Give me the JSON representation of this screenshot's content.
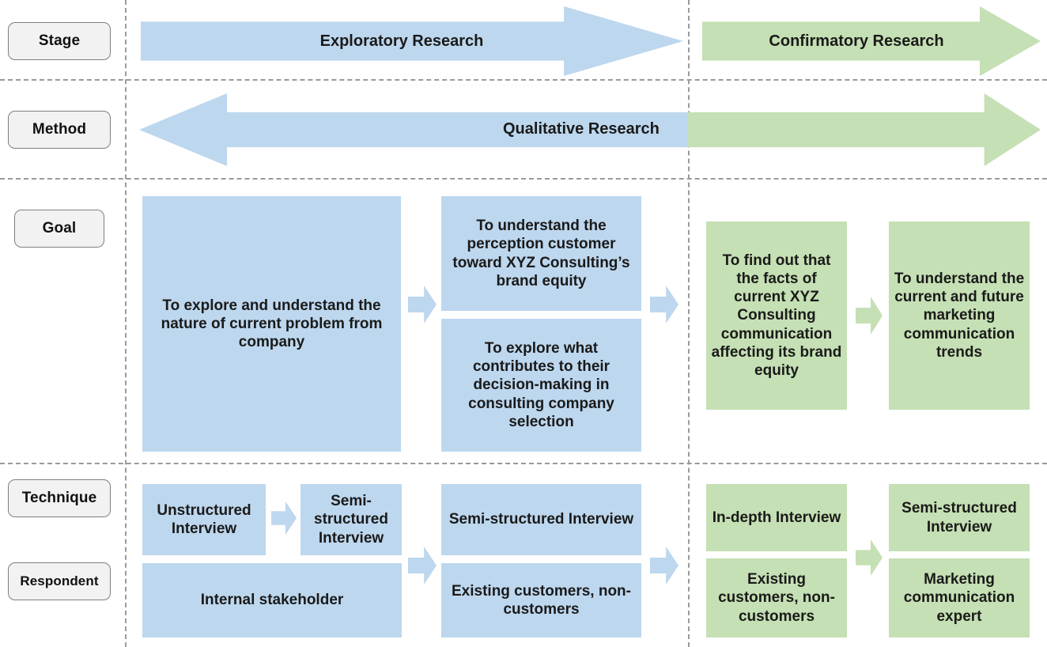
{
  "diagram": {
    "title": "Research design matrix: exploratory and confirmatory research stages",
    "colors": {
      "blue": "#BDD7EE",
      "green": "#C5E0B4",
      "pill_fill": "#F2F2F2",
      "pill_border": "#7F7F7F",
      "divider": "#9A9A9A",
      "text": "#1A1A1A"
    }
  },
  "row_labels": {
    "stage": "Stage",
    "method": "Method",
    "goal": "Goal",
    "technique": "Technique",
    "respondent": "Respondent"
  },
  "stage_row": {
    "exploratory": "Exploratory Research",
    "confirmatory": "Confirmatory Research"
  },
  "method_row": {
    "qualitative": "Qualitative Research"
  },
  "goal_row": {
    "blue": [
      "To explore and understand the nature of current problem from company",
      "To understand the perception customer toward XYZ Consulting’s brand equity",
      "To explore what contributes to their decision-making in consulting company selection"
    ],
    "green": [
      "To find out that the facts of current XYZ Consulting communication affecting its brand equity",
      "To understand the current and future marketing communication trends"
    ]
  },
  "technique_row": {
    "blue": [
      "Unstructured Interview",
      "Semi-structured Interview",
      "Semi-structured Interview"
    ],
    "green": [
      "In-depth Interview",
      "Semi-structured Interview"
    ]
  },
  "respondent_row": {
    "blue": [
      "Internal stakeholder",
      "Existing customers, non-customers"
    ],
    "green": [
      "Existing customers, non- customers",
      "Marketing communication expert"
    ]
  }
}
